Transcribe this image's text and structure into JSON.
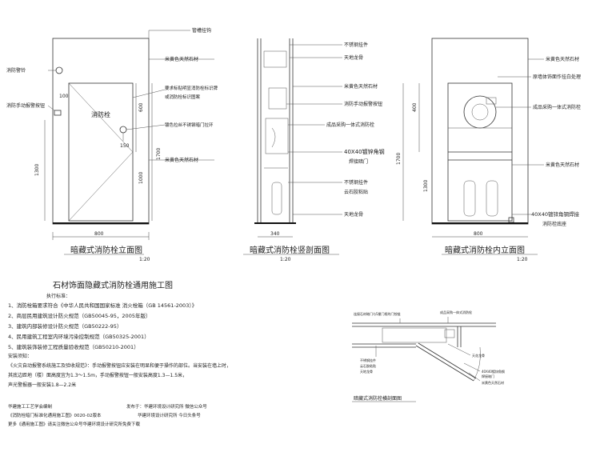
{
  "views": {
    "elevation": {
      "title": "暗藏式消防栓立面图",
      "scale": "1:20",
      "labels": {
        "pipe_hole": "管槽挂钩",
        "stone_right": "米黄色天然石材",
        "alarm": "消防警铃",
        "manual_button": "消防手动报警按钮",
        "handle_note_1": "要求标贴明显消防栓标识牌",
        "handle_note_2": "或消防栓标识图案",
        "hydrant_sign": "消防栓",
        "steel_handle": "镀色拉丝不锈钢暗门拉环",
        "stone_lower": "米黄色天然石材"
      },
      "dims": {
        "d100": "100",
        "d600": "600",
        "d1700": "1700",
        "d1000": "1000",
        "d1300": "1300",
        "d150": "150",
        "d800": "800"
      }
    },
    "section": {
      "title": "暗藏式消防栓竖剖面图",
      "scale": "1:20",
      "labels": {
        "steel_hook": "不锈钢挂件",
        "ceiling": "天地龙骨",
        "stone": "米黄色天然石材",
        "button": "消防手动报警按钮",
        "unit": "成品采购一体式消防栓",
        "angle_steel_1": "40X40镀锌角钢",
        "angle_steel_2": "焊接暗门",
        "steel_pendant_1": "不锈钢挂件",
        "steel_pendant_2": "云石胶粘贴",
        "floor": "天地龙骨"
      },
      "dims": {
        "d340": "340"
      }
    },
    "interior": {
      "title": "暗藏式消防栓内立面图",
      "scale": "1:20",
      "labels": {
        "stone_top": "米黄色天然石材",
        "wall_treat": "原墙体饰面作挂白处理",
        "unit": "成品采购一体式消防栓",
        "stone_mid": "米黄色天然石材",
        "angle_1": "40X40镀锌角钢焊接",
        "angle_2": "消防栓底座"
      },
      "dims": {
        "d400": "400",
        "d1700": "1700",
        "d1300": "1300",
        "d800": "800"
      }
    },
    "plan": {
      "title": "暗藏式消防栓横剖面图",
      "labels": {
        "top_a": "连接石材暗门与5厘门框的门铰链",
        "top_b": "成品采购一体式消防栓",
        "left_a": "不锈钢挂件",
        "left_b": "云石胶粘贴",
        "left_c": "天地龙骨",
        "right_a": "天花龙骨",
        "right_b": "40X40镀锌角钢",
        "right_c": "焊接暗门",
        "right_d": "米黄色天然石材"
      }
    }
  },
  "main_title": "石材饰面隐藏式消防栓通用施工图",
  "spec": {
    "heading": "执行标准：",
    "items": [
      "1、消防栓箱要求符合《中华人民共和国国家标准 消火栓箱（GB 14561-2003）》",
      "2、商层民用建筑设计防火规范（GB50045-95，2005年版）",
      "3、建筑内部装修设计防火规范（GB50222-95）",
      "4、民用建筑工程室内环境污染控制规范（GB50325-2001）",
      "5、建筑装饰装修工程质量验收规范（GB50210-2001）"
    ],
    "install_heading": "安装须知：",
    "install": [
      "《火灾自动报警系统施工及验收规范》：手动报警按钮应安装在明显和便于操作的部位。当安装在墙上时，",
      "其底边距地（楼）面高度宜为1.3～1.5m，手动报警按钮一般安装高度1.3—1.5米，",
      "声光警报器一般安装1.8—2.2米"
    ]
  },
  "footer": {
    "l1": "华建施工工艺学会编制",
    "l2": "《消防栓暗门标准化通用施工图》0020-02版本",
    "l3": "更多《通用施工图》请关注微信公众号华建环境设计研究所免费下载",
    "r1": "发布于：华建环境设计研究所 微信公众号",
    "r2": "华建环境设计研究所 今日头条号"
  }
}
